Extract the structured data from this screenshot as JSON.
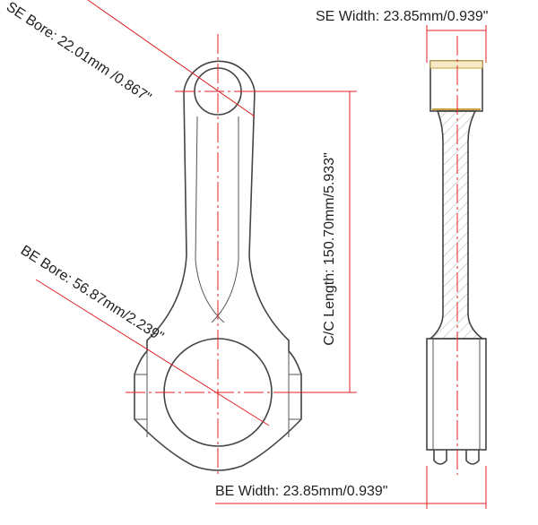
{
  "labels": {
    "se_bore": "SE Bore:  22.01mm /0.867\"",
    "be_bore": "BE Bore:  56.87mm/2.239\"",
    "cc_length": "C/C Length: 150.70mm/5.933\"",
    "se_width": "SE Width:  23.85mm/0.939\"",
    "be_width": "BE Width:  23.85mm/0.939\""
  },
  "colors": {
    "dimension": "#e02020",
    "outline": "#444444",
    "bushing": "#c8a040"
  }
}
